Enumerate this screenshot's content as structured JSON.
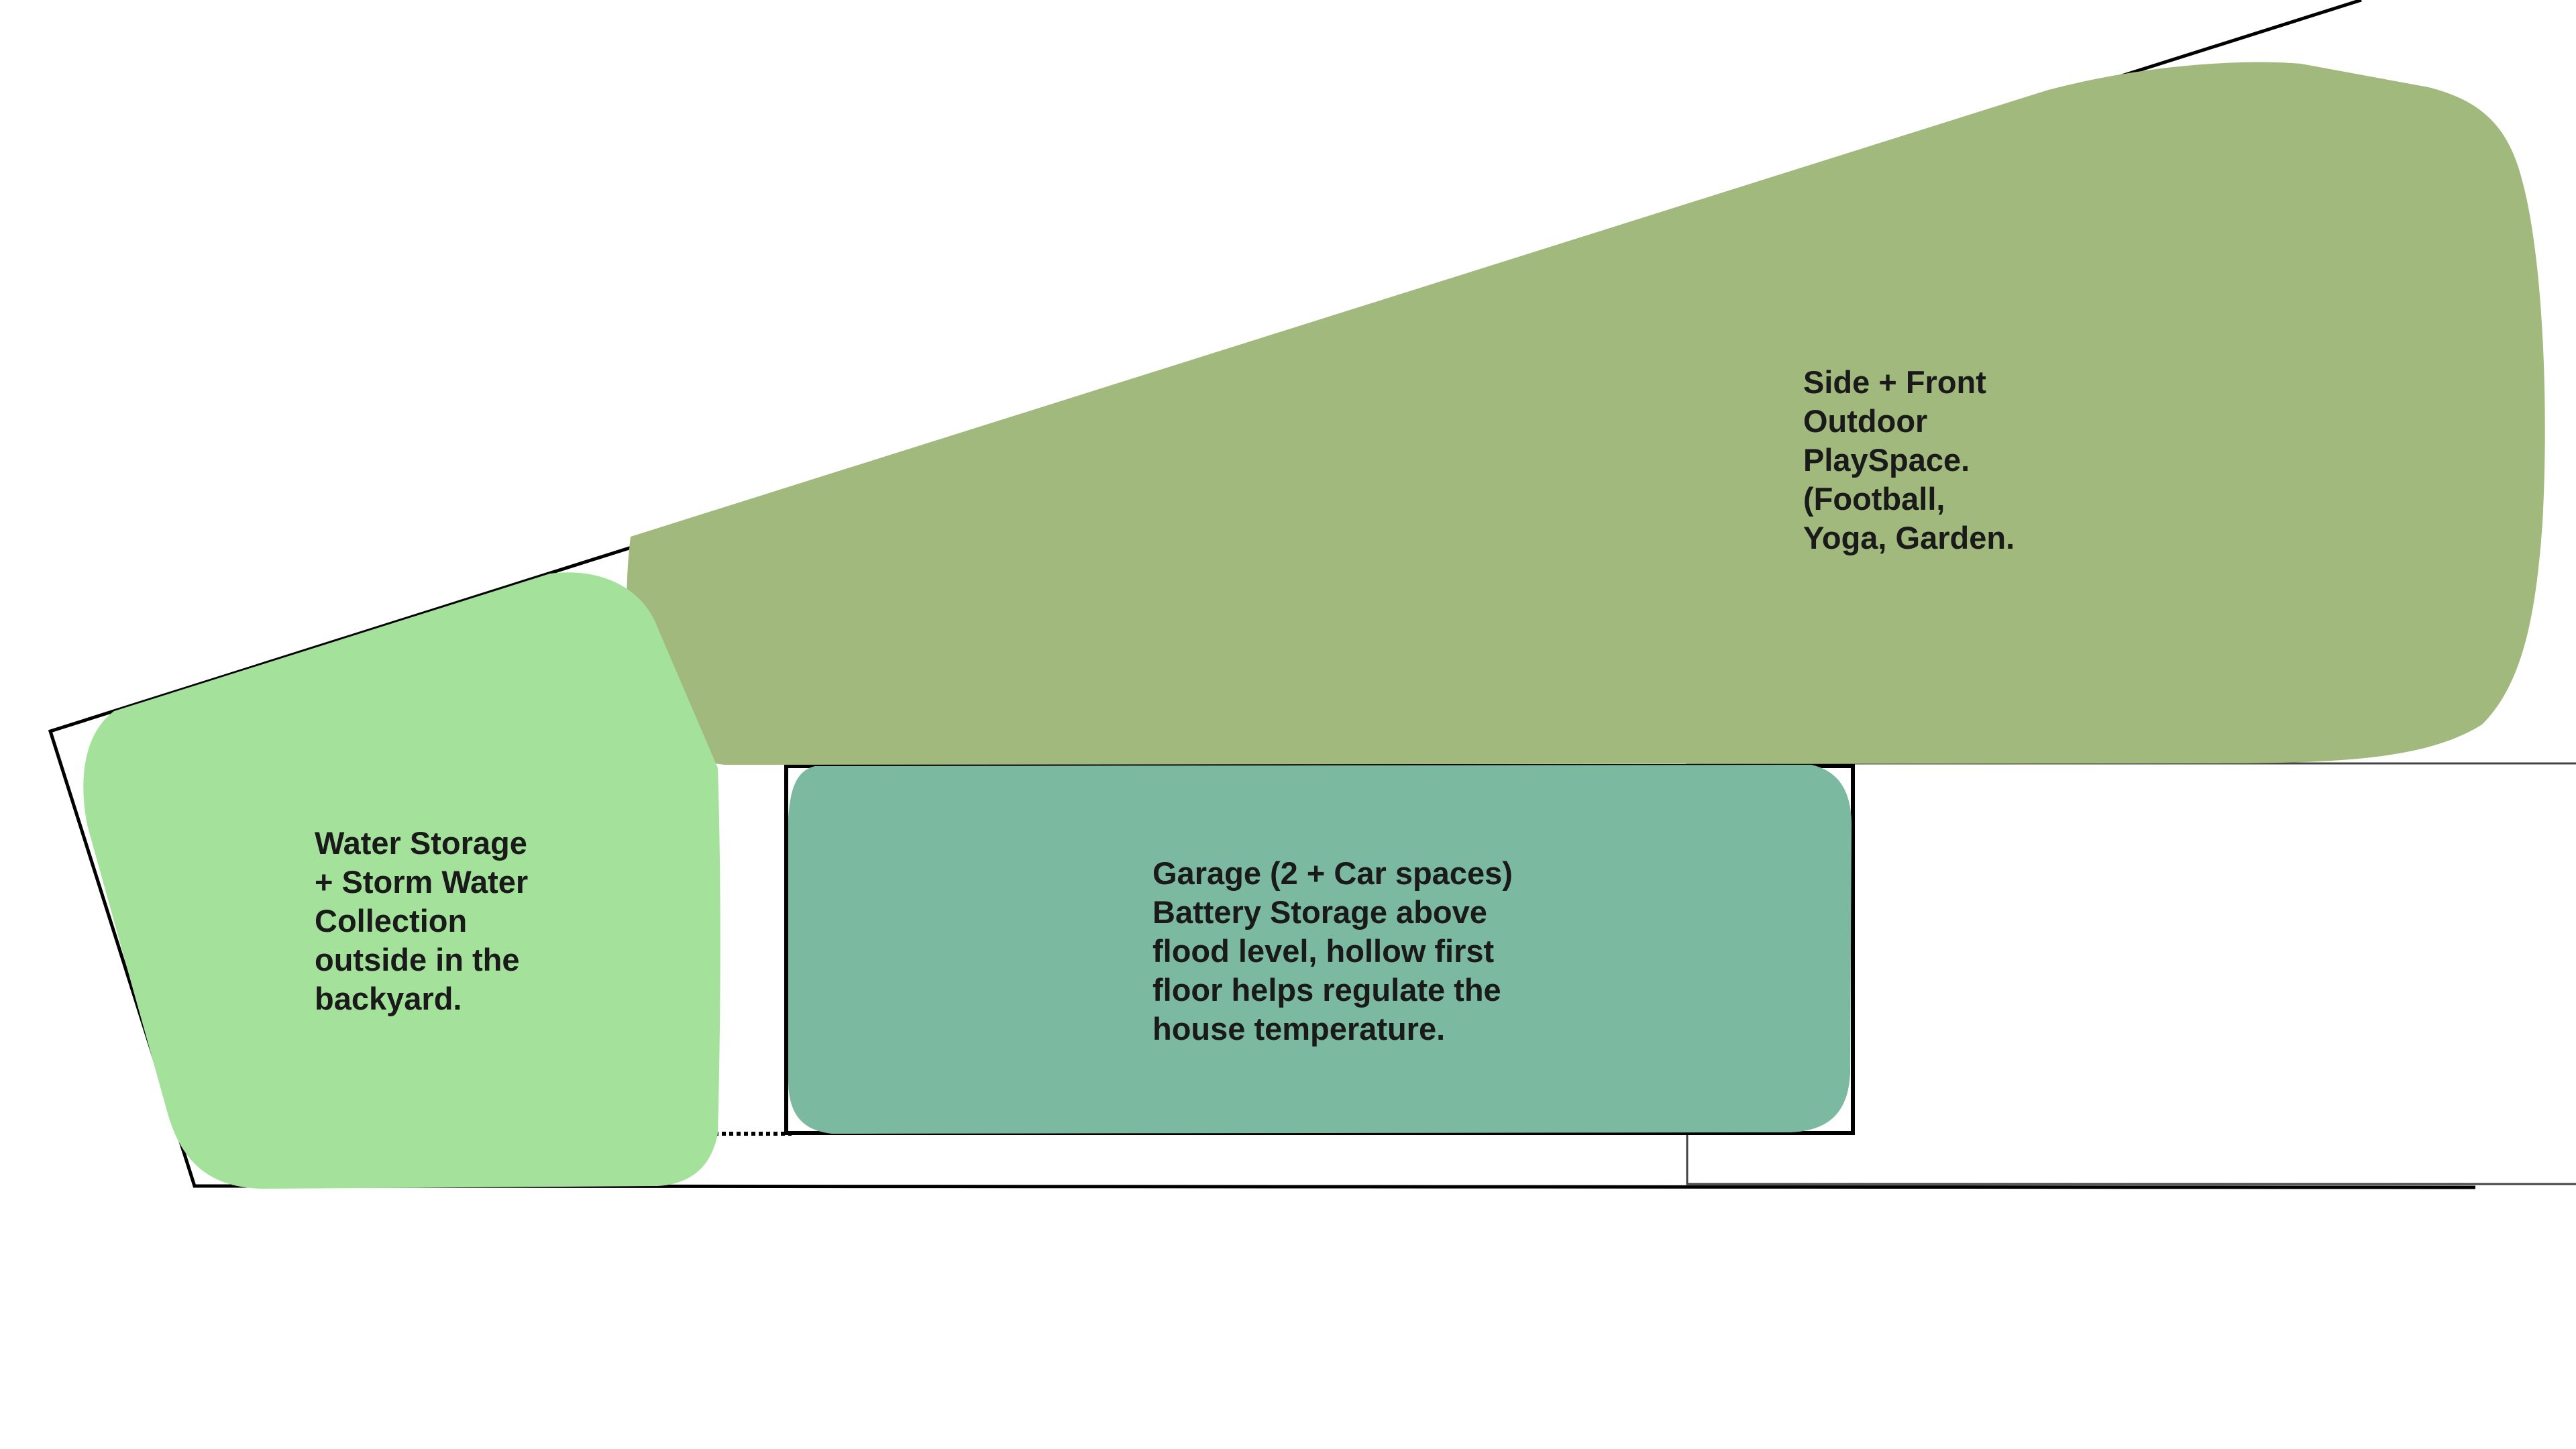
{
  "colors": {
    "background": "#ffffff",
    "outline": "#000000",
    "playspace_fill": "#a1b97c",
    "water_fill": "#a4e29b",
    "garage_fill": "#7cb9a1",
    "label_text": "#1a1a1a"
  },
  "zones": {
    "playspace": {
      "lines": [
        "Side + Front",
        "Outdoor",
        "PlaySpace.",
        "(Football,",
        "Yoga, Garden."
      ]
    },
    "water_storage": {
      "lines": [
        "Water Storage",
        "+ Storm Water",
        "Collection",
        "outside in the",
        "backyard."
      ]
    },
    "garage": {
      "lines": [
        "Garage (2 + Car spaces)",
        "Battery Storage above",
        "flood level, hollow first",
        "floor helps regulate the",
        "house temperature."
      ]
    }
  }
}
